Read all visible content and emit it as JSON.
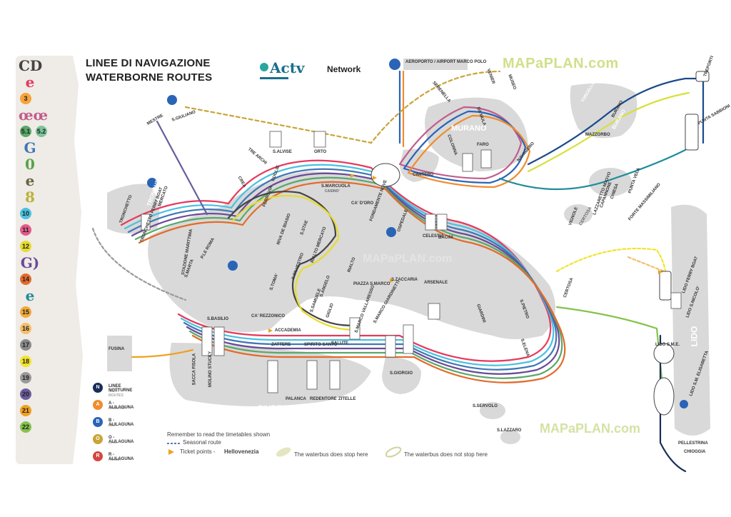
{
  "title": {
    "line1": "LINEE DI NAVIGAZIONE",
    "line2": "WATERBORNE ROUTES"
  },
  "brand": {
    "logo": "Actv",
    "logo_tag": "Network",
    "watermark": "MAPaPLAN.com"
  },
  "legend_lines": [
    {
      "label": "CD",
      "color": "#444444",
      "style": "big"
    },
    {
      "label": "e",
      "color": "#e63a5c",
      "style": "big"
    },
    {
      "label": "3",
      "color": "#f7a23b",
      "style": "circle"
    },
    {
      "label": "œœ",
      "color": "#c25c8c",
      "style": "big"
    },
    {
      "label": "5.1",
      "color": "#5aa86a",
      "style": "circle"
    },
    {
      "label": "5.2",
      "color": "#7cc39a",
      "style": "circle"
    },
    {
      "label": "G",
      "color": "#3f78b5",
      "style": "big"
    },
    {
      "label": "0",
      "color": "#57a449",
      "style": "big"
    },
    {
      "label": "e",
      "color": "#6b6140",
      "style": "big"
    },
    {
      "label": "8",
      "color": "#b9b338",
      "style": "big"
    },
    {
      "label": "10",
      "color": "#4ac1e0",
      "style": "circle"
    },
    {
      "label": "11",
      "color": "#e35a8a",
      "style": "circle"
    },
    {
      "label": "12",
      "color": "#e6dc2e",
      "style": "circle"
    },
    {
      "label": "G)",
      "color": "#6a4a98",
      "style": "big"
    },
    {
      "label": "14",
      "color": "#e36b2b",
      "style": "circle"
    },
    {
      "label": "e",
      "color": "#1f8c9a",
      "style": "big"
    },
    {
      "label": "15",
      "color": "#f2a93b",
      "style": "circle"
    },
    {
      "label": "16",
      "color": "#f4be6a",
      "style": "circle"
    },
    {
      "label": "17",
      "color": "#8a8a8a",
      "style": "circle"
    },
    {
      "label": "18",
      "color": "#f1e42a",
      "style": "circle"
    },
    {
      "label": "19",
      "color": "#9a9a9a",
      "style": "circle"
    },
    {
      "label": "20",
      "color": "#6a5d9d",
      "style": "circle"
    },
    {
      "label": "21",
      "color": "#f0a020",
      "style": "circle"
    },
    {
      "label": "22",
      "color": "#84c34b",
      "style": "circle"
    }
  ],
  "areas": {
    "murano": "MURANO",
    "giudecca": "GIUDECCA",
    "lido": "LIDO",
    "tronchetto": "TRONCHETTO",
    "burano": "BURANO",
    "certosa": "CERTOSA"
  },
  "stops": [
    {
      "name": "S.GIULIANO"
    },
    {
      "name": "MESTRE"
    },
    {
      "name": "TRONCHETTO"
    },
    {
      "name": "TRONCHETTO FERRY BOAT"
    },
    {
      "name": "MERCATO"
    },
    {
      "name": "STAZIONE MARITTIMA"
    },
    {
      "name": "S.MARTA"
    },
    {
      "name": "P.LE ROMA"
    },
    {
      "name": "FERROVIA"
    },
    {
      "name": "TRE ARCHI"
    },
    {
      "name": "S.ALVISE"
    },
    {
      "name": "ORTO"
    },
    {
      "name": "GUGLIE"
    },
    {
      "name": "CREA"
    },
    {
      "name": "S.MARCUOLA"
    },
    {
      "name": "CASINO'"
    },
    {
      "name": "CA' D'ORO"
    },
    {
      "name": "S.STAE"
    },
    {
      "name": "RIVA DE BIASIO"
    },
    {
      "name": "RIALTO MERCATO"
    },
    {
      "name": "RIALTO"
    },
    {
      "name": "S.SILVESTRO"
    },
    {
      "name": "S.TOMA'"
    },
    {
      "name": "S.ANGELO"
    },
    {
      "name": "S.SAMUELE"
    },
    {
      "name": "CA' REZZONICO"
    },
    {
      "name": "ACCADEMIA"
    },
    {
      "name": "GIGLIO"
    },
    {
      "name": "SALUTE"
    },
    {
      "name": "S.MARCO VALLARESSO"
    },
    {
      "name": "S.MARCO GIARDINETTI"
    },
    {
      "name": "PIAZZA S.MARCO"
    },
    {
      "name": "S.ZACCARIA"
    },
    {
      "name": "ARSENALE"
    },
    {
      "name": "GIARDINI"
    },
    {
      "name": "S.ELENA"
    },
    {
      "name": "S.PIETRO"
    },
    {
      "name": "FONDAMENTE NOVE"
    },
    {
      "name": "OSPEDALE"
    },
    {
      "name": "CELESTIA"
    },
    {
      "name": "BACINI"
    },
    {
      "name": "CIMITERO"
    },
    {
      "name": "FARO"
    },
    {
      "name": "COLONNA"
    },
    {
      "name": "DA MULA"
    },
    {
      "name": "SERENELLA"
    },
    {
      "name": "VENIER"
    },
    {
      "name": "MUSEO"
    },
    {
      "name": "NAVAGERO"
    },
    {
      "name": "AEROPORTO / AIRPORT MARCO POLO"
    },
    {
      "name": "TORCELLO"
    },
    {
      "name": "MAZZORBO"
    },
    {
      "name": "BURANO"
    },
    {
      "name": "TREPORTI"
    },
    {
      "name": "PUNTA SABBIONI"
    },
    {
      "name": "LAZZARETTO NUOVO"
    },
    {
      "name": "VIGNOLE"
    },
    {
      "name": "CAPANNONE"
    },
    {
      "name": "CHIESA"
    },
    {
      "name": "PUNTA VELA"
    },
    {
      "name": "FORTE MASSIMILIANO"
    },
    {
      "name": "CERTOSA"
    },
    {
      "name": "LIDO FERRY BOAT"
    },
    {
      "name": "LIDO S.NICOLO'"
    },
    {
      "name": "LIDO S.M.E."
    },
    {
      "name": "LIDO S.M. ELISABETTA"
    },
    {
      "name": "S.SERVOLO"
    },
    {
      "name": "S.LAZZARO"
    },
    {
      "name": "PELLESTRINA"
    },
    {
      "name": "CHIOGGIA"
    },
    {
      "name": "SACCA FISOLA"
    },
    {
      "name": "MOLINO STUCKY"
    },
    {
      "name": "PALANCA"
    },
    {
      "name": "REDENTORE"
    },
    {
      "name": "ZITELLE"
    },
    {
      "name": "S.GIORGIO"
    },
    {
      "name": "ZATTERE"
    },
    {
      "name": "SPIRITO SANTO"
    },
    {
      "name": "S.BASILIO"
    },
    {
      "name": "FUSINA"
    }
  ],
  "key_items": [
    {
      "code": "N",
      "label": "LINEE NOTTURNE",
      "sub": "NIGHT ROUTES",
      "color": "#1a2d5a"
    },
    {
      "code": "A",
      "label": "A - ALILAGUNA",
      "sub": "ARANCIO",
      "color": "#f08c2c"
    },
    {
      "code": "B",
      "label": "B - ALILAGUNA",
      "sub": "BLU",
      "color": "#2a64b6"
    },
    {
      "code": "O",
      "label": "O - ALILAGUNA",
      "sub": "ORO",
      "color": "#c9a437"
    },
    {
      "code": "R",
      "label": "R - ALILAGUNA",
      "sub": "ROSSA",
      "color": "#d4473f"
    }
  ],
  "footer": {
    "reminder": "Remember to read the timetables shown",
    "seasonal": "Seasonal route",
    "ticket": "Ticket points -",
    "ticket_brand": "Hellovenezia",
    "stop_here": "The waterbus does stop here",
    "no_stop": "The waterbus does not stop here"
  }
}
